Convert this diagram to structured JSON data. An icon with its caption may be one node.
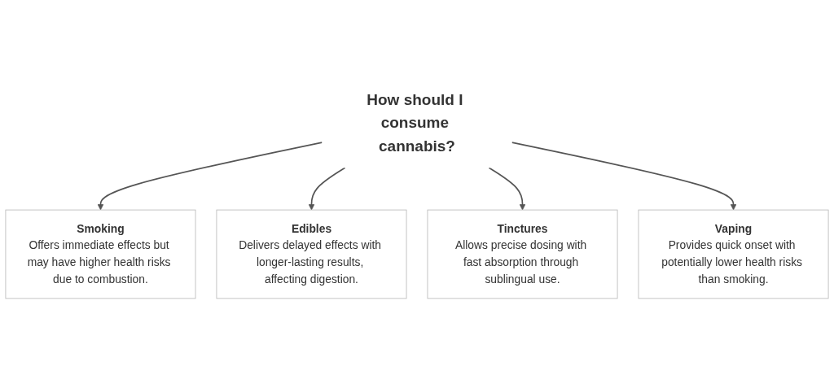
{
  "diagram": {
    "nodes": [
      {
        "text": [
          "How should I consume cannabis?"
        ]
      },
      {
        "text": [
          "Smoking",
          "Offers immediate effects but may have higher health risks due to combustion."
        ]
      },
      {
        "text": [
          "Vaping",
          "Provides quick onset with potentially lower health risks than smoking."
        ]
      },
      {
        "text": [
          "Edibles",
          "Delivers delayed effects with longer-lasting results, affecting digestion."
        ]
      },
      {
        "text": [
          "Tinctures",
          "Allows precise dosing with fast absorption through sublingual use."
        ]
      }
    ],
    "edges": [
      {
        "from": 0,
        "to": 1,
        "arrow": "to"
      },
      {
        "from": 0,
        "to": 3,
        "arrow": "to"
      },
      {
        "from": 0,
        "to": 4,
        "arrow": "to"
      },
      {
        "from": 0,
        "to": 2,
        "arrow": "to"
      }
    ]
  }
}
